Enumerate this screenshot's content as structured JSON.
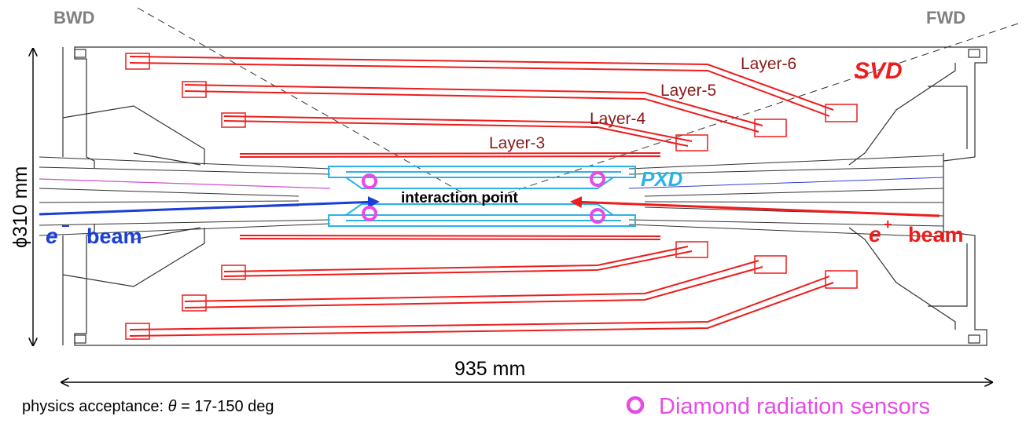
{
  "labels": {
    "bwd": "BWD",
    "fwd": "FWD",
    "svd": "SVD",
    "pxd": "PXD",
    "layer3": "Layer-3",
    "layer4": "Layer-4",
    "layer5": "Layer-5",
    "layer6": "Layer-6",
    "interaction_point": "interaction point",
    "diameter": "ϕ310 mm",
    "length": "935 mm",
    "electron_symbol": "e",
    "electron_sign": "−",
    "electron_beam": "beam",
    "positron_symbol": "e",
    "positron_sign": "+",
    "positron_beam": "beam",
    "acceptance_prefix": "physics acceptance: ",
    "acceptance_theta": "θ",
    "acceptance_value": " = 17-150 deg",
    "legend_sensors": "Diamond radiation sensors"
  },
  "colors": {
    "svd": "#ee1c1c",
    "svd_layer_text": "#8b1a1a",
    "pxd": "#2bb3e6",
    "electron": "#1a3ed6",
    "positron": "#ee1c1c",
    "sensor": "#e64be6",
    "structure": "#333333",
    "side_label": "#808080"
  }
}
